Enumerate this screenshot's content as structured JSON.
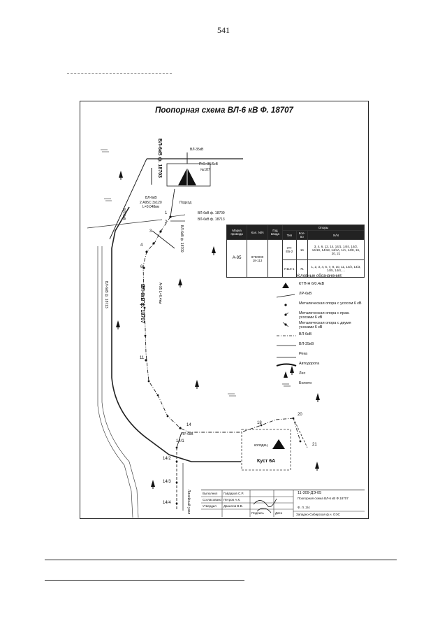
{
  "page": {
    "number": "541"
  },
  "scheme": {
    "title": "Поопорная схема  ВЛ-6 кВ Ф. 18707",
    "line_labels": {
      "vl6_18703": "ВЛ-6кВ ф. 18703",
      "vl6_18709_right": "ВЛ-6кВ ф. 18709",
      "vl6_18707_main": "ВЛ-6кВ ф. 18707",
      "vl6_18713_left": "ВЛ-6кВ ф. 18713",
      "vl35": "ВЛ-35кВ",
      "vl6_18709_tap": "ВЛ-6кВ ф. 18709",
      "vl6_18713_tap": "ВЛ-6кВ ф. 18713",
      "a95_label": "А-95  L=6.4км",
      "vl4_label": "ВЛ-6кВ",
      "vl_tap_label": "ВЛ-6кВ",
      "ps_label": "П.С.-35/6кВ",
      "ps_no": "№187",
      "podhod": "Подход",
      "length_label": "2 А95С 3х120",
      "length2": "L=0.048км",
      "kust": "Куст 6А",
      "kolodets": "колодец",
      "lp_label": "ЛР-6кВ",
      "zone_label": "Линейный узел"
    },
    "supports": [
      "1",
      "2",
      "3",
      "4",
      "6",
      "11",
      "14",
      "14/1",
      "14/2",
      "14/3",
      "14/4",
      "18",
      "20",
      "21"
    ]
  },
  "spec_table": {
    "headers": [
      "Марка провода",
      "Кол. N/N",
      "Год ввода",
      "Опоры"
    ],
    "sub_headers": [
      "Тип",
      "Кол-во",
      "N/N"
    ],
    "rows": [
      {
        "brand": "А-95",
        "count": "8750000 18-113",
        "year": "",
        "type": "УП-ЕБ-2",
        "qty": "16",
        "nn": "3, 4, 6, 12, 14, 14/1, 14/4, 14/2, 14/19, 14/18, 14/4A, 1/A, 14/8, 16, 20, 21"
      },
      {
        "brand": "",
        "count": "",
        "year": "",
        "type": "П110-1",
        "qty": "71",
        "nn": "1, 2, 3, 4, 5, 7, 8, 10, 11, 14/2, 14/3, 14/5, 14/4, ..."
      }
    ]
  },
  "legend": {
    "title": "Условные обозначения:",
    "items": [
      {
        "icon": "ktp-triangle-icon",
        "label": "КТП-Н 6/0.4кВ"
      },
      {
        "icon": "lr-switch-icon",
        "label": "ЛР-6кВ"
      },
      {
        "icon": "metal-support-icon",
        "label": "Металическая опора с усосом 6 кВ"
      },
      {
        "icon": "metal-support-right-icon",
        "label": "Металическая опора с прав. усосами 6 кВ"
      },
      {
        "icon": "metal-support-double-icon",
        "label": "Металическая опора с двумя усосами 6 кВ"
      },
      {
        "icon": "vl6-line-icon",
        "label": "ВЛ-6кВ"
      },
      {
        "icon": "vl35-line-icon",
        "label": "ВЛ-35кВ"
      },
      {
        "icon": "river-icon",
        "label": "Река"
      },
      {
        "icon": "road-icon",
        "label": "Автодорога"
      },
      {
        "icon": "forest-icon",
        "label": "Лес"
      },
      {
        "icon": "swamp-icon",
        "label": "Болото"
      }
    ]
  },
  "stamp": {
    "rows": [
      {
        "role": "Выполнил",
        "name": "Гайдаров С.Р."
      },
      {
        "role": "Согласовано",
        "name": "Петров А.К."
      },
      {
        "role": "Утвердил",
        "name": "Данилов В.В."
      }
    ],
    "code": "11-309-ДЭ-05",
    "doc_title": "Поопорная схема ВЛ-6 кВ Ф.18707",
    "sheet": "Ф. Л. 3/4",
    "org": "Западно-Сибирская ф.ч. ОЭС",
    "labels": [
      "Подпись",
      "Дата"
    ]
  }
}
